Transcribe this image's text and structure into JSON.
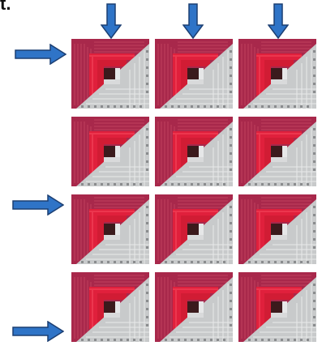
{
  "stray_text": "t.",
  "colors": {
    "arrow_fill": "#2f74c7",
    "arrow_stroke": "#1c3f72",
    "maroon": "#a8284b",
    "red": "#e0203c",
    "dark_red": "#c01a30",
    "gray": "#c8cacb",
    "light_gray": "#e6e7e8",
    "center": "#3b1a1c"
  },
  "icons": {
    "down": "arrow-down-icon",
    "right": "arrow-right-icon"
  },
  "grid": {
    "rows": 4,
    "cols": 3
  },
  "arrows": {
    "down_columns": [
      1,
      2,
      3
    ],
    "right_rows": [
      1,
      3,
      4
    ]
  }
}
